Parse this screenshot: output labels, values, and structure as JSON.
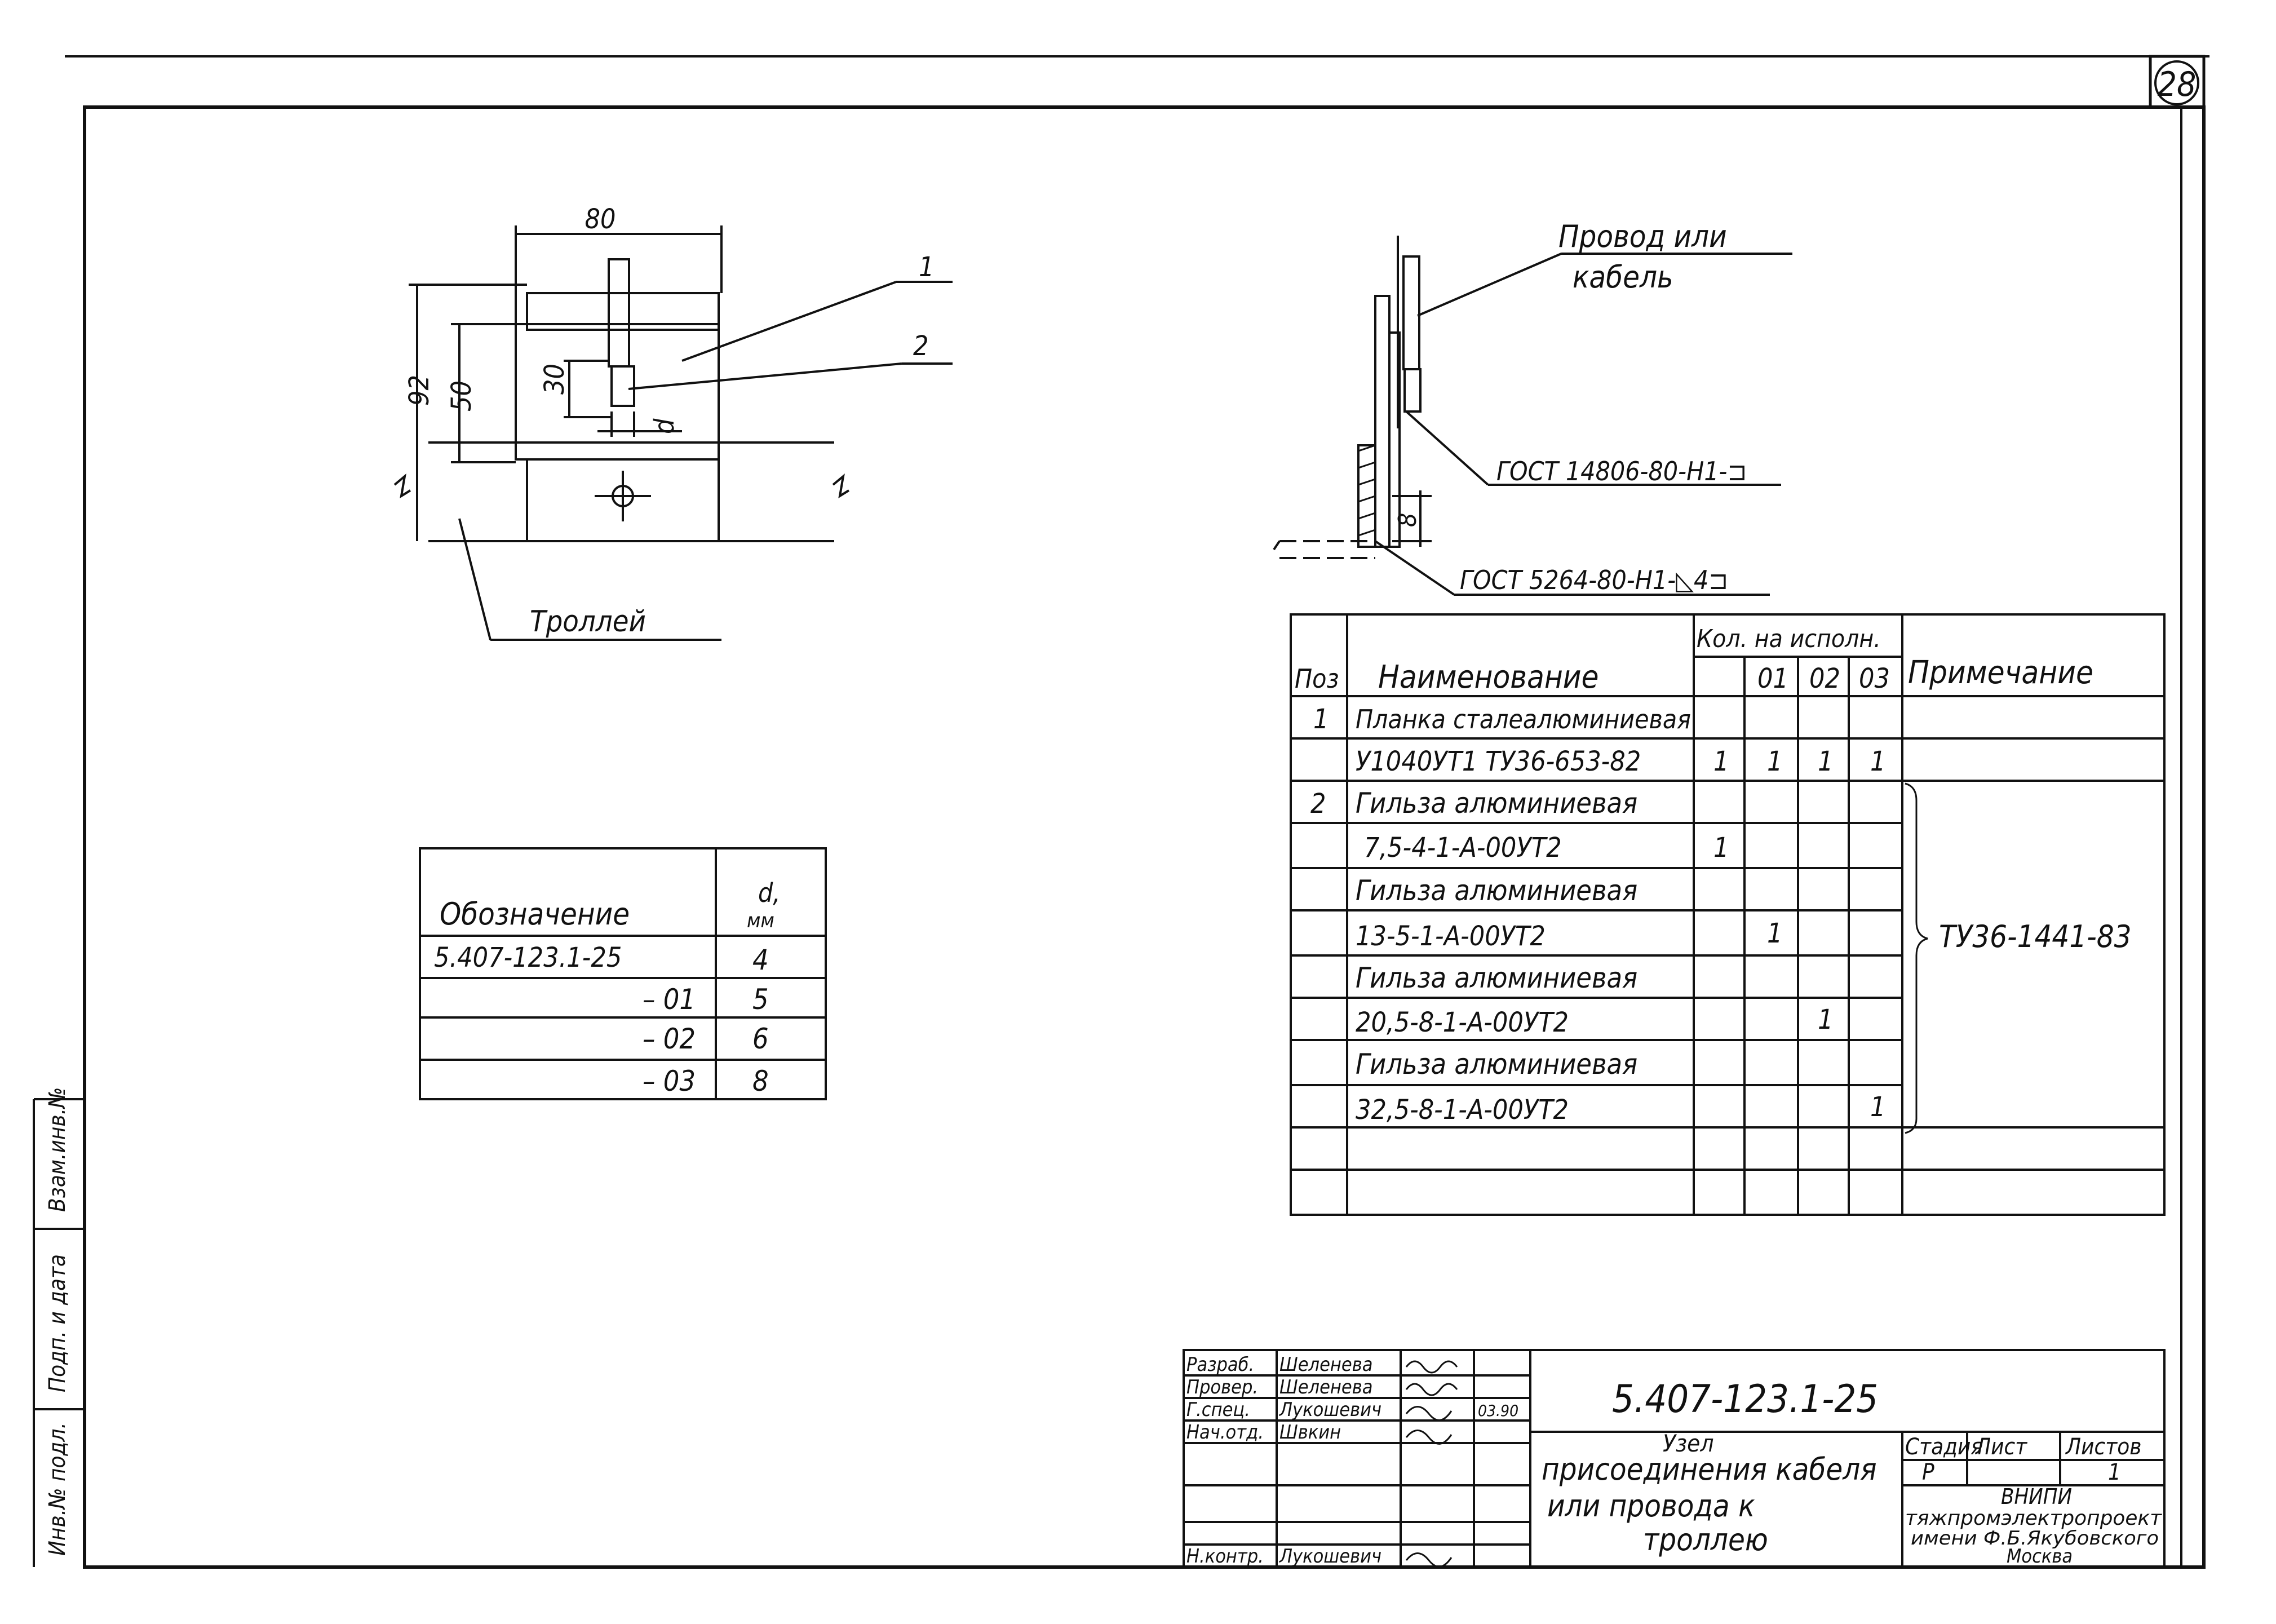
{
  "sheet_number": "28",
  "plan_view": {
    "dim_width": "80",
    "dim_height_total": "92",
    "dim_height_plate": "50",
    "dim_sleeve": "30",
    "dim_d": "d",
    "callout_1": "1",
    "callout_2": "2",
    "trolley_label": "Троллей"
  },
  "side_view": {
    "wire_label_line1": "Провод или",
    "wire_label_line2": "кабель",
    "weld_1": "ГОСТ 14806-80-Н1-⊐",
    "weld_2": "ГОСТ 5264-80-Н1-◺4⊐",
    "dim_8": "8"
  },
  "designation_table": {
    "header_name": "Обозначение",
    "header_d": "d,",
    "header_d_unit": "мм",
    "rows": [
      {
        "name": "5.407-123.1-25",
        "d": "4"
      },
      {
        "name": "– 01",
        "d": "5"
      },
      {
        "name": "– 02",
        "d": "6"
      },
      {
        "name": "– 03",
        "d": "8"
      }
    ]
  },
  "spec_table": {
    "header_pos": "Поз",
    "header_name": "Наименование",
    "header_qty": "Кол. на исполн.",
    "header_v1": "01",
    "header_v2": "02",
    "header_v3": "03",
    "header_note": "Примечание",
    "rows": [
      {
        "pos": "1",
        "name": "Планка сталеалюминиевая",
        "q0": "",
        "q1": "",
        "q2": "",
        "q3": ""
      },
      {
        "pos": "",
        "name": "У1040УТ1 ТУ36-653-82",
        "q0": "1",
        "q1": "1",
        "q2": "1",
        "q3": "1"
      },
      {
        "pos": "2",
        "name": "Гильза алюминиевая",
        "q0": "",
        "q1": "",
        "q2": "",
        "q3": ""
      },
      {
        "pos": "",
        "name": "7,5-4-1-А-00УТ2",
        "q0": "1",
        "q1": "",
        "q2": "",
        "q3": ""
      },
      {
        "pos": "",
        "name": "Гильза алюминиевая",
        "q0": "",
        "q1": "",
        "q2": "",
        "q3": ""
      },
      {
        "pos": "",
        "name": "13-5-1-А-00УТ2",
        "q0": "",
        "q1": "1",
        "q2": "",
        "q3": ""
      },
      {
        "pos": "",
        "name": "Гильза алюминиевая",
        "q0": "",
        "q1": "",
        "q2": "",
        "q3": ""
      },
      {
        "pos": "",
        "name": "20,5-8-1-А-00УТ2",
        "q0": "",
        "q1": "",
        "q2": "1",
        "q3": ""
      },
      {
        "pos": "",
        "name": "Гильза алюминиевая",
        "q0": "",
        "q1": "",
        "q2": "",
        "q3": ""
      },
      {
        "pos": "",
        "name": "32,5-8-1-А-00УТ2",
        "q0": "",
        "q1": "",
        "q2": "",
        "q3": "1"
      }
    ],
    "note_sleeves": "ТУ36-1441-83"
  },
  "title_block": {
    "doc_code": "5.407-123.1-25",
    "title_line1": "Узел",
    "title_line2": "присоединения кабеля",
    "title_line3": "или провода к",
    "title_line4": "троллею",
    "stage_label": "Стадия",
    "sheet_label": "Лист",
    "sheets_label": "Листов",
    "stage_value": "Р",
    "sheets_value": "1",
    "org_line1": "ВНИПИ",
    "org_line2": "тяжпромэлектропроект",
    "org_line3": "имени Ф.Б.Якубовского",
    "org_line4": "Москва",
    "roles": [
      {
        "role": "Разраб.",
        "name": "Шеленева"
      },
      {
        "role": "Провер.",
        "name": "Шеленева"
      },
      {
        "role": "Г.спец.",
        "name": "Лукошевич"
      },
      {
        "role": "Нач.отд.",
        "name": "Швкин"
      },
      {
        "role": "",
        "name": ""
      },
      {
        "role": "",
        "name": ""
      },
      {
        "role": "Н.контр.",
        "name": "Лукошевич"
      }
    ],
    "date_note": "03.90"
  },
  "side_stamp": {
    "col1": "Взам.инв.№",
    "col2": "Подп. и дата",
    "col3": "Инв.№ подл."
  }
}
